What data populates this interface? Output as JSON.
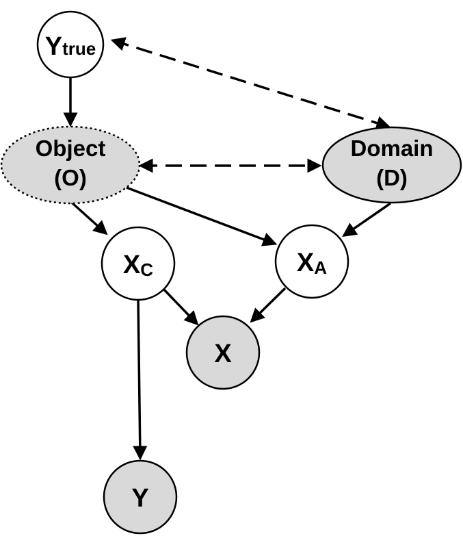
{
  "colors": {
    "observed_fill": "#d9d9d9",
    "latent_fill": "#ffffff",
    "stroke": "#000000"
  },
  "nodes": {
    "ytrue": {
      "main": "Y",
      "sub": "true"
    },
    "object": {
      "line1": "Object",
      "line2": "(O)"
    },
    "domain": {
      "line1": "Domain",
      "line2": "(D)"
    },
    "xc": {
      "main": "X",
      "sub": "C"
    },
    "xa": {
      "main": "X",
      "sub": "A"
    },
    "x": {
      "label": "X"
    },
    "y": {
      "label": "Y"
    }
  },
  "edges": [
    {
      "from": "ytrue",
      "to": "object",
      "style": "solid",
      "direction": "forward"
    },
    {
      "from": "ytrue",
      "to": "domain",
      "style": "dashed",
      "direction": "both"
    },
    {
      "from": "object",
      "to": "domain",
      "style": "dashed",
      "direction": "both"
    },
    {
      "from": "object",
      "to": "xc",
      "style": "solid",
      "direction": "forward"
    },
    {
      "from": "object",
      "to": "xa",
      "style": "solid",
      "direction": "forward"
    },
    {
      "from": "domain",
      "to": "xa",
      "style": "solid",
      "direction": "forward"
    },
    {
      "from": "xc",
      "to": "x",
      "style": "solid",
      "direction": "forward"
    },
    {
      "from": "xa",
      "to": "x",
      "style": "solid",
      "direction": "forward"
    },
    {
      "from": "xc",
      "to": "y",
      "style": "solid",
      "direction": "forward"
    }
  ]
}
